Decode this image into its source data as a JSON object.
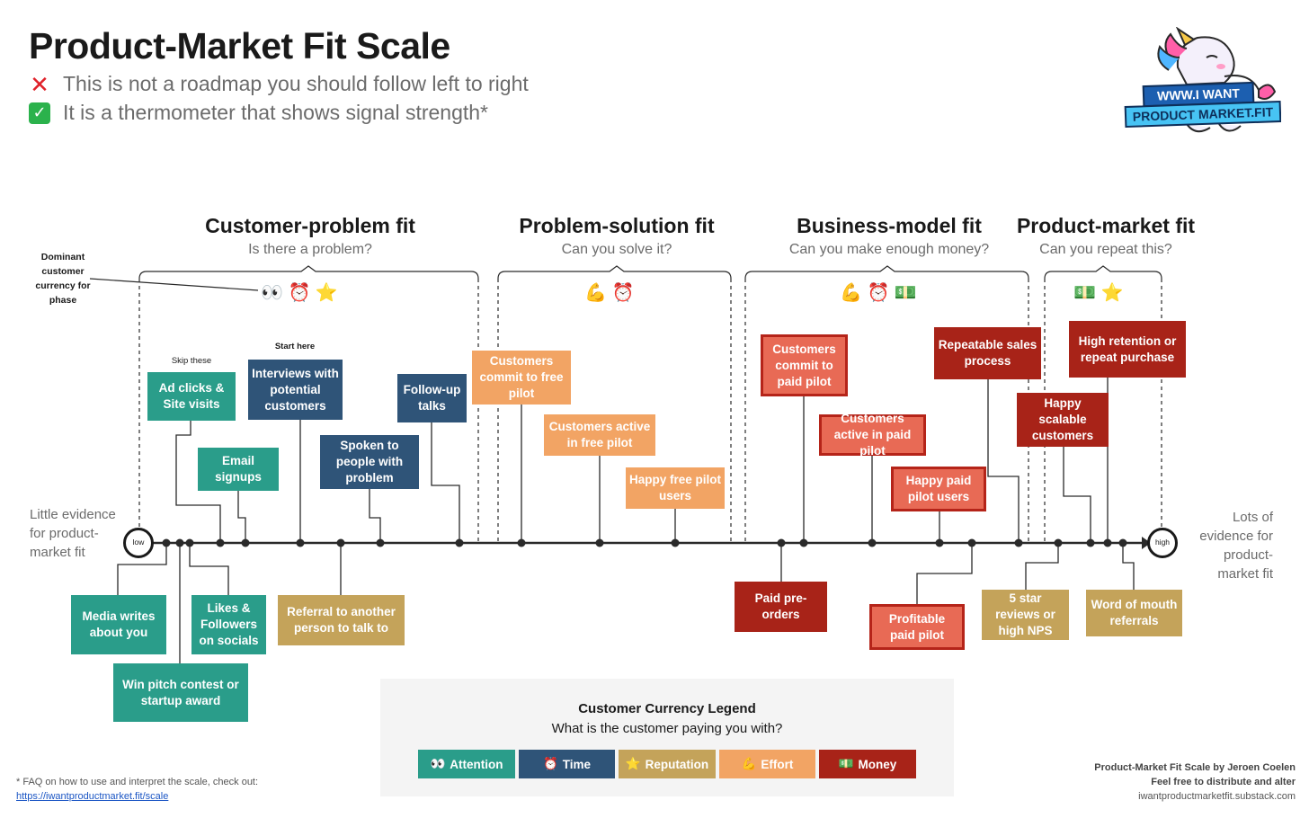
{
  "header": {
    "title": "Product-Market Fit Scale",
    "line1": "This is not a roadmap you should follow left to right",
    "line2": "It is a thermometer that shows signal strength*"
  },
  "logo": {
    "line1": "WWW.I WANT",
    "line2": "PRODUCT MARKET.FIT"
  },
  "phases": [
    {
      "title": "Customer-problem fit",
      "question": "Is there a problem?",
      "currency": "👀 ⏰ ⭐"
    },
    {
      "title": "Problem-solution fit",
      "question": "Can you solve it?",
      "currency": "💪 ⏰"
    },
    {
      "title": "Business-model fit",
      "question": "Can you make enough money?",
      "currency": "💪 ⏰ 💵"
    },
    {
      "title": "Product-market fit",
      "question": "Can you repeat this?",
      "currency": "💵 ⭐"
    }
  ],
  "notes": {
    "dominant": "Dominant customer currency for phase",
    "skip": "Skip these",
    "start": "Start here"
  },
  "scale": {
    "low": "low",
    "high": "high",
    "left_label": "Little evidence for product-market fit",
    "right_label": "Lots of evidence for product-market fit"
  },
  "milestones": {
    "ad_clicks": "Ad clicks & Site visits",
    "interviews": "Interviews with potential customers",
    "email": "Email signups",
    "spoken": "Spoken to people with problem",
    "followup": "Follow-up talks",
    "media": "Media writes about you",
    "likes": "Likes & Followers on socials",
    "pitch": "Win pitch contest or startup award",
    "referral": "Referral to another person to talk to",
    "free_commit": "Customers commit to free pilot",
    "free_active": "Customers active in free pilot",
    "free_happy": "Happy free pilot users",
    "paid_commit": "Customers commit to paid pilot",
    "paid_active": "Customers active in paid pilot",
    "paid_happy": "Happy paid pilot users",
    "repeatable": "Repeatable sales process",
    "preorders": "Paid pre-orders",
    "profitable": "Profitable paid pilot",
    "retention": "High retention or repeat purchase",
    "scalable": "Happy scalable customers",
    "reviews": "5 star reviews or high NPS",
    "wom": "Word of mouth referrals"
  },
  "legend": {
    "title": "Customer Currency Legend",
    "subtitle": "What is the customer paying you with?",
    "items": [
      {
        "icon": "👀",
        "label": "Attention",
        "color": "#2a9d8a"
      },
      {
        "icon": "⏰",
        "label": "Time",
        "color": "#2f5478"
      },
      {
        "icon": "⭐",
        "label": "Reputation",
        "color": "#c4a35a"
      },
      {
        "icon": "💪",
        "label": "Effort",
        "color": "#f2a464"
      },
      {
        "icon": "💵",
        "label": "Money",
        "color": "#a82318"
      }
    ]
  },
  "footer": {
    "faq": "* FAQ on how to use and interpret the scale, check out:",
    "faq_link": "https://iwantproductmarket.fit/scale",
    "credit1": "Product-Market Fit Scale by Jeroen Coelen",
    "credit2": "Feel free to distribute and alter",
    "credit3": "iwantproductmarketfit.substack.com"
  }
}
